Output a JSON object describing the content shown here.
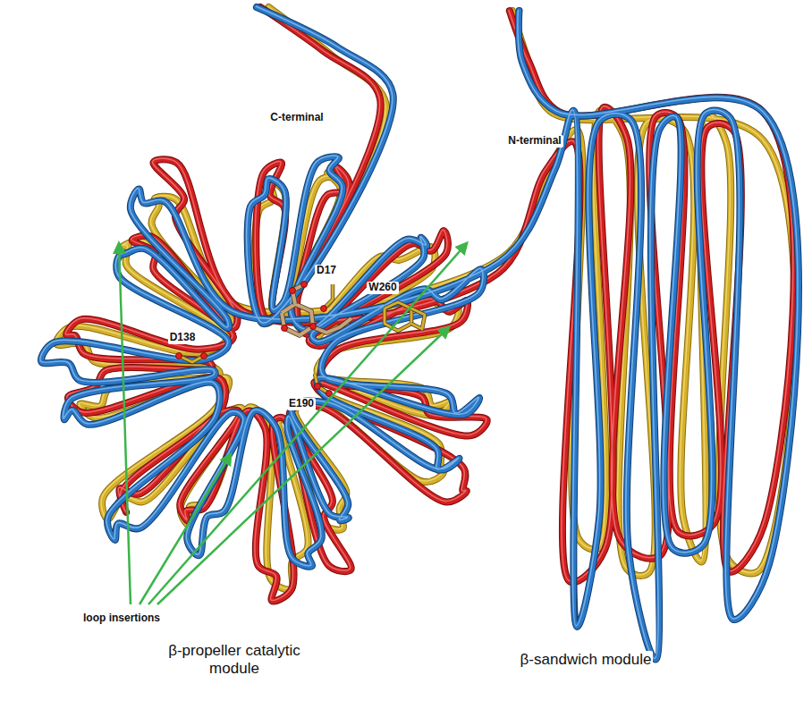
{
  "diagram": {
    "labels": [
      "C-terminal",
      "N-terminal",
      "D17",
      "W260",
      "D138",
      "E190",
      "loop insertions",
      "β-propeller catalytic module",
      "β-sandwich module"
    ]
  }
}
